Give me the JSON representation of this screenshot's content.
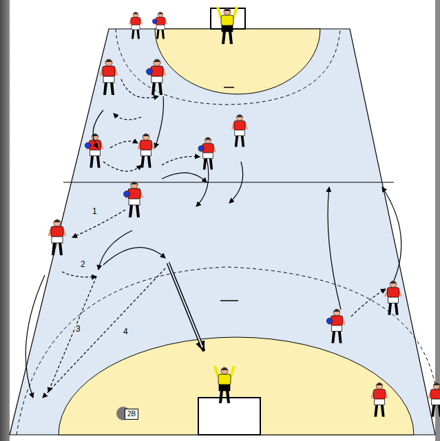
{
  "diagram": {
    "nodes": [
      {
        "text": [
          "2B"
        ]
      }
    ],
    "labels": [
      "1",
      "2",
      "3",
      "4"
    ]
  }
}
